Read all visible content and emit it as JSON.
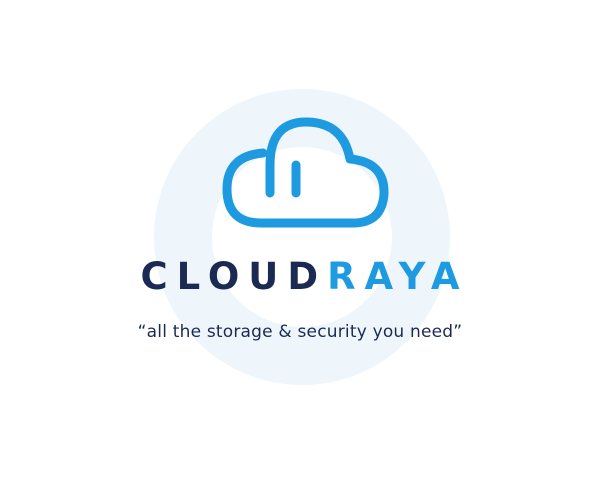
{
  "brand": {
    "name_part1": "CLOUD",
    "name_part2": "RAYA",
    "tagline": "“all the storage & security you need”",
    "logo_icon": "cloud-icon"
  },
  "colors": {
    "primary_dark": "#1a2a52",
    "accent_blue": "#1e9be0",
    "ring_background": "#eef6fc",
    "page_background": "#ffffff"
  }
}
